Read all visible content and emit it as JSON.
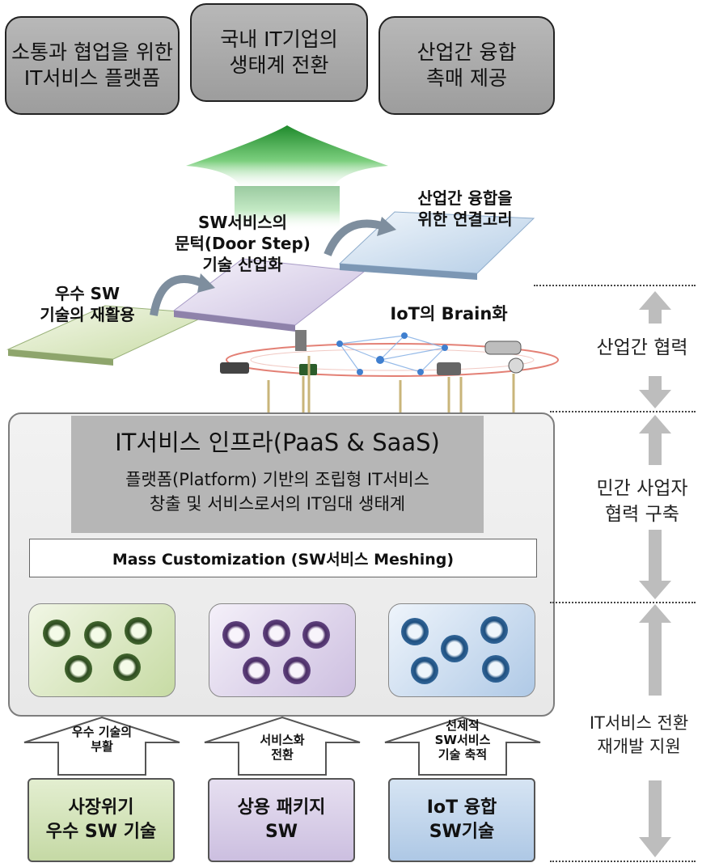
{
  "top_boxes": [
    {
      "label": "소통과 협업을 위한\nIT서비스 플랫폼"
    },
    {
      "label": "국내 IT기업의\n생태계 전환"
    },
    {
      "label": "산업간 융합\n촉매 제공"
    }
  ],
  "steps": {
    "step1": "우수 SW\n기술의 재활용",
    "step2": "SW서비스의\n문턱(Door Step)\n기술 산업화",
    "step3": "산업간 융합을\n위한 연결고리"
  },
  "iot_label": "IoT의 Brain화",
  "infra": {
    "title": "IT서비스 인프라(PaaS & SaaS)",
    "desc": "플랫폼(Platform) 기반의 조립형 IT서비스\n창출 및 서비스로서의 IT임대 생태계",
    "mass": "Mass Customization (SW서비스 Meshing)"
  },
  "arrows": [
    {
      "label": "우수 기술의\n부활"
    },
    {
      "label": "서비스화\n전환"
    },
    {
      "label": "선제적\nSW서비스\n기술 축적"
    }
  ],
  "bottom_boxes": [
    {
      "label": "사장위기\n우수 SW 기술",
      "color": "#d2e3b8"
    },
    {
      "label": "상용 패키지\nSW",
      "color": "#d8cde6"
    },
    {
      "label": "IoT 융합\nSW기술",
      "color": "#bdd3ea"
    }
  ],
  "right_labels": [
    {
      "label": "산업간 협력"
    },
    {
      "label": "민간 사업자\n협력 구축"
    },
    {
      "label": "IT서비스 전환\n재개발 지원"
    }
  ],
  "colors": {
    "green": "#cfe0b2",
    "purple": "#dcd2ea",
    "blue": "#c2d6ec",
    "arrow_green": "#2f9a3a"
  }
}
